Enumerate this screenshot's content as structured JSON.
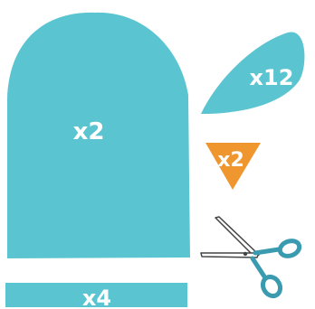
{
  "pieces": {
    "body_piece": {
      "label": "x2"
    },
    "strip_piece": {
      "label": "x4"
    },
    "petal_piece": {
      "label": "x12"
    },
    "triangle_piece": {
      "label": "x2"
    }
  },
  "colors": {
    "piece_teal": "#5BC4D1",
    "piece_orange": "#F0962E",
    "scissors_handle": "#3A9BB0",
    "scissors_blade": "#444444"
  },
  "icons": {
    "scissors": "scissors-icon"
  }
}
